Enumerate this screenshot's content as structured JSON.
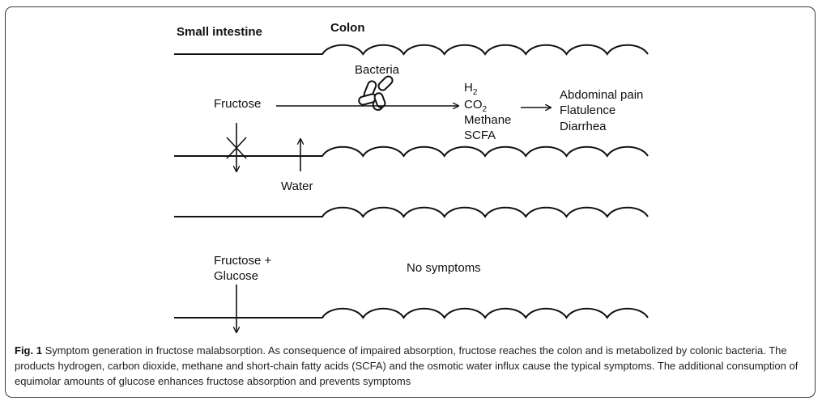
{
  "labels": {
    "small_intestine": "Small intestine",
    "colon": "Colon",
    "bacteria": "Bacteria",
    "fructose": "Fructose",
    "h2_main": "H",
    "h2_sub": "2",
    "co2_main": "CO",
    "co2_sub": "2",
    "methane": "Methane",
    "scfa": "SCFA",
    "abdominal_pain": "Abdominal pain",
    "flatulence": "Flatulence",
    "diarrhea": "Diarrhea",
    "water": "Water",
    "fructose_glucose_line1": "Fructose +",
    "fructose_glucose_line2": "Glucose",
    "no_symptoms": "No symptoms"
  },
  "caption": {
    "fig_label": "Fig. 1",
    "text": "Symptom generation in fructose malabsorption. As consequence of impaired absorption, fructose reaches the colon and is metabolized by colonic bacteria. The products hydrogen, carbon dioxide, methane and short-chain fatty acids (SCFA) and the osmotic water influx cause the typical symptoms. The additional consumption of equimolar amounts of glucose enhances fructose absorption and prevents symptoms"
  }
}
